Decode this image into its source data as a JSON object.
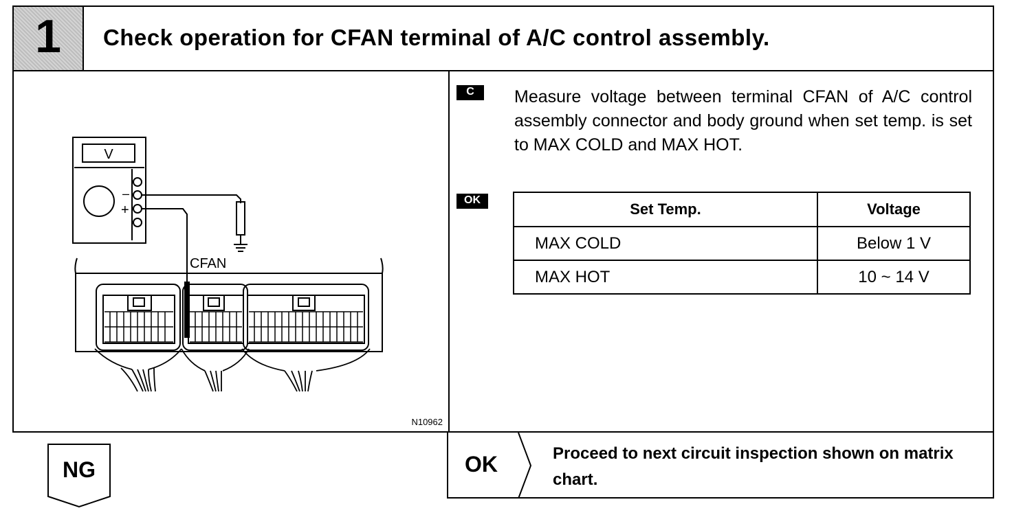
{
  "header": {
    "step_number": "1",
    "title": "Check operation for CFAN terminal of A/C control assembly."
  },
  "figure": {
    "meter_label": "V",
    "meter_minus": "–",
    "meter_plus": "+",
    "terminal_label": "CFAN",
    "figure_code": "N10962"
  },
  "instruction": {
    "badge": "C",
    "text": "Measure voltage between terminal CFAN of A/C control assembly connector and body ground when set temp. is set to MAX COLD and MAX HOT."
  },
  "spec_table": {
    "badge": "OK",
    "headers": [
      "Set Temp.",
      "Voltage"
    ],
    "rows": [
      {
        "temp": "MAX COLD",
        "voltage": "Below 1 V"
      },
      {
        "temp": "MAX HOT",
        "voltage": "10 ~ 14 V"
      }
    ]
  },
  "results": {
    "ng_label": "NG",
    "ok_label": "OK",
    "ok_text": "Proceed to next circuit inspection shown on matrix chart."
  }
}
